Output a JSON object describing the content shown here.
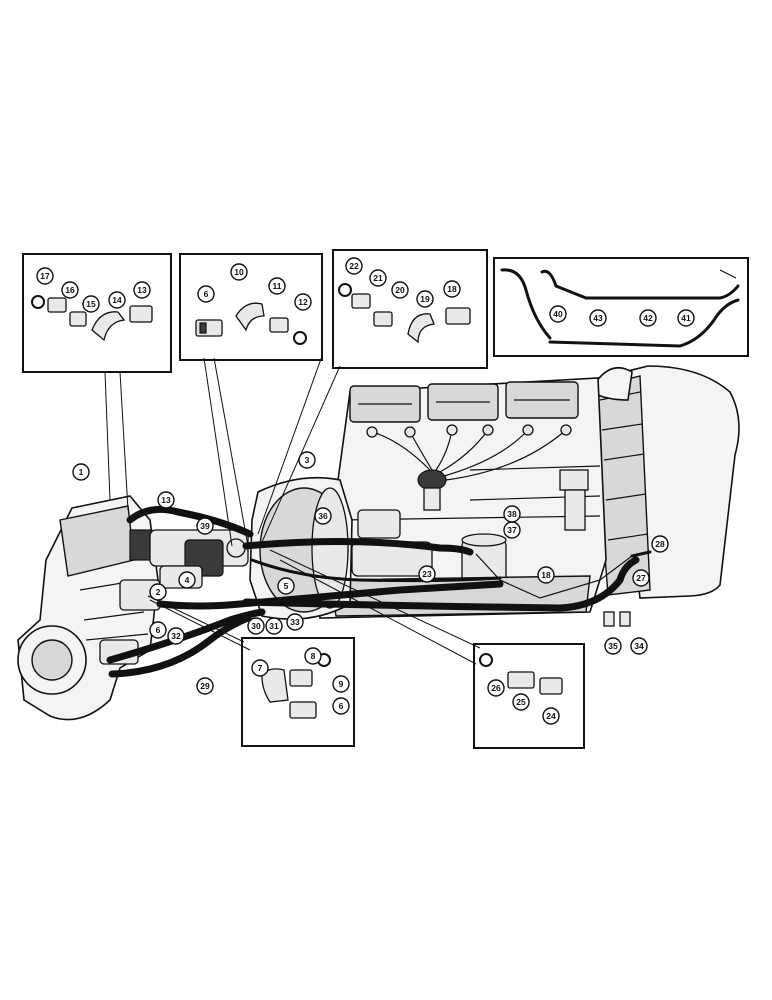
{
  "callouts": {
    "c1": "1",
    "c2": "2",
    "c3": "3",
    "c4": "4",
    "c5": "5",
    "c6a": "6",
    "c6b": "6",
    "c6c": "6",
    "c7": "7",
    "c8": "8",
    "c9": "9",
    "c10": "10",
    "c11": "11",
    "c12": "12",
    "c13a": "13",
    "c13b": "13",
    "c14": "14",
    "c15": "15",
    "c16": "16",
    "c17": "17",
    "c18a": "18",
    "c18b": "18",
    "c19": "19",
    "c20": "20",
    "c21": "21",
    "c22": "22",
    "c23": "23",
    "c24": "24",
    "c25": "25",
    "c26": "26",
    "c27": "27",
    "c28": "28",
    "c29": "29",
    "c30": "30",
    "c31": "31",
    "c32": "32",
    "c33": "33",
    "c34": "34",
    "c35": "35",
    "c36": "36",
    "c37": "37",
    "c38": "38",
    "c39": "39",
    "c40": "40",
    "c41": "41",
    "c42": "42",
    "c43": "43"
  },
  "colors": {
    "ink": "#111111",
    "paper": "#ffffff"
  }
}
